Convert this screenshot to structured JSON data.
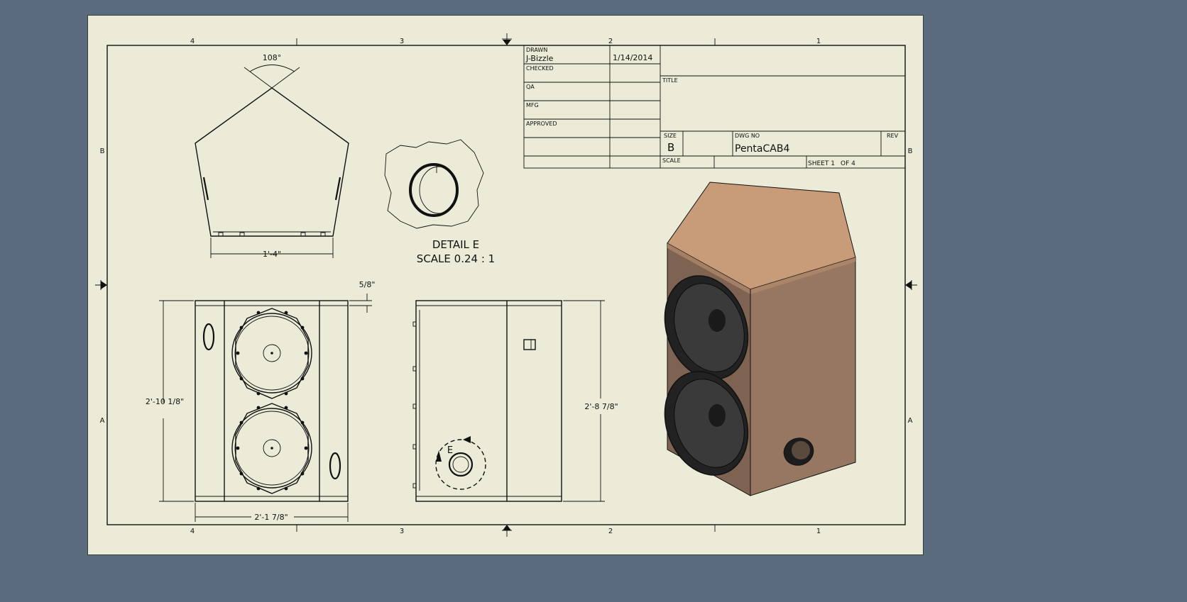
{
  "zones": {
    "top": [
      "4",
      "3",
      "2",
      "1"
    ],
    "bottom": [
      "4",
      "3",
      "2",
      "1"
    ],
    "left": [
      "B",
      "A"
    ],
    "right": [
      "B",
      "A"
    ]
  },
  "title_block": {
    "drawn_label": "DRAWN",
    "drawn_by": "J-Bizzle",
    "drawn_date": "1/14/2014",
    "checked_label": "CHECKED",
    "qa_label": "QA",
    "mfg_label": "MFG",
    "approved_label": "APPROVED",
    "title_label": "TITLE",
    "size_label": "SIZE",
    "size_value": "B",
    "dwg_no_label": "DWG NO",
    "dwg_no_value": "PentaCAB4",
    "rev_label": "REV",
    "scale_label": "SCALE",
    "sheet_label": "SHEET 1",
    "sheet_of": "OF 4"
  },
  "dimensions": {
    "angle": "108°",
    "top_width": "1'-4\"",
    "front_height": "2'-10 1/8\"",
    "front_width": "2'-1 7/8\"",
    "inset": "5/8\"",
    "side_height": "2'-8 7/8\""
  },
  "detail": {
    "title": "DETAIL  E",
    "scale": "SCALE 0.24 : 1",
    "callout": "E"
  },
  "colors": {
    "sheet": "#ecebd8",
    "background": "#5b6b7e",
    "wood_top": "#c99c79",
    "wood_front": "#7e6352",
    "wood_side": "#967761"
  }
}
